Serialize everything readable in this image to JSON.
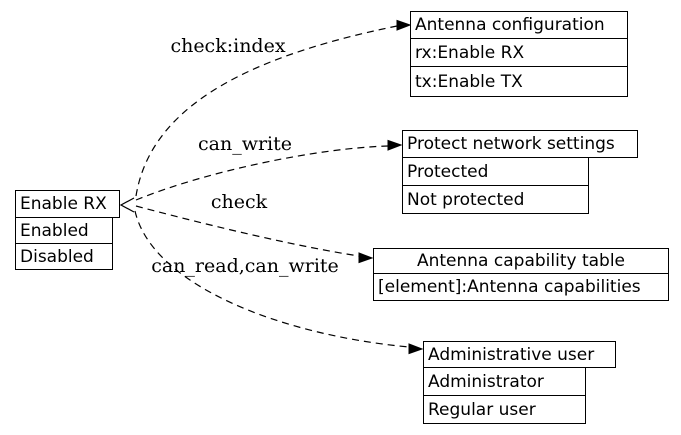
{
  "diagram": {
    "background": "#ffffff",
    "line_color": "#000000",
    "nodes": [
      {
        "id": "enable-rx",
        "header": "Enable RX",
        "rows": [
          "Enabled",
          "Disabled"
        ]
      },
      {
        "id": "antenna-configuration",
        "header": "Antenna configuration",
        "rows": [
          "rx:Enable RX",
          "tx:Enable TX"
        ]
      },
      {
        "id": "protect-network-settings",
        "header": "Protect network settings",
        "rows": [
          "Protected",
          "Not protected"
        ]
      },
      {
        "id": "antenna-capability-table",
        "header": "Antenna capability table",
        "rows": [
          "[element]:Antenna capabilities"
        ]
      },
      {
        "id": "administrative-user",
        "header": "Administrative user",
        "rows": [
          "Administrator",
          "Regular user"
        ]
      }
    ],
    "edges": [
      {
        "from": "enable-rx",
        "to": "antenna-configuration",
        "label": "check:index"
      },
      {
        "from": "enable-rx",
        "to": "protect-network-settings",
        "label": "can_write"
      },
      {
        "from": "enable-rx",
        "to": "antenna-capability-table",
        "label": "check"
      },
      {
        "from": "enable-rx",
        "to": "administrative-user",
        "label": "can_read,can_write"
      }
    ]
  }
}
